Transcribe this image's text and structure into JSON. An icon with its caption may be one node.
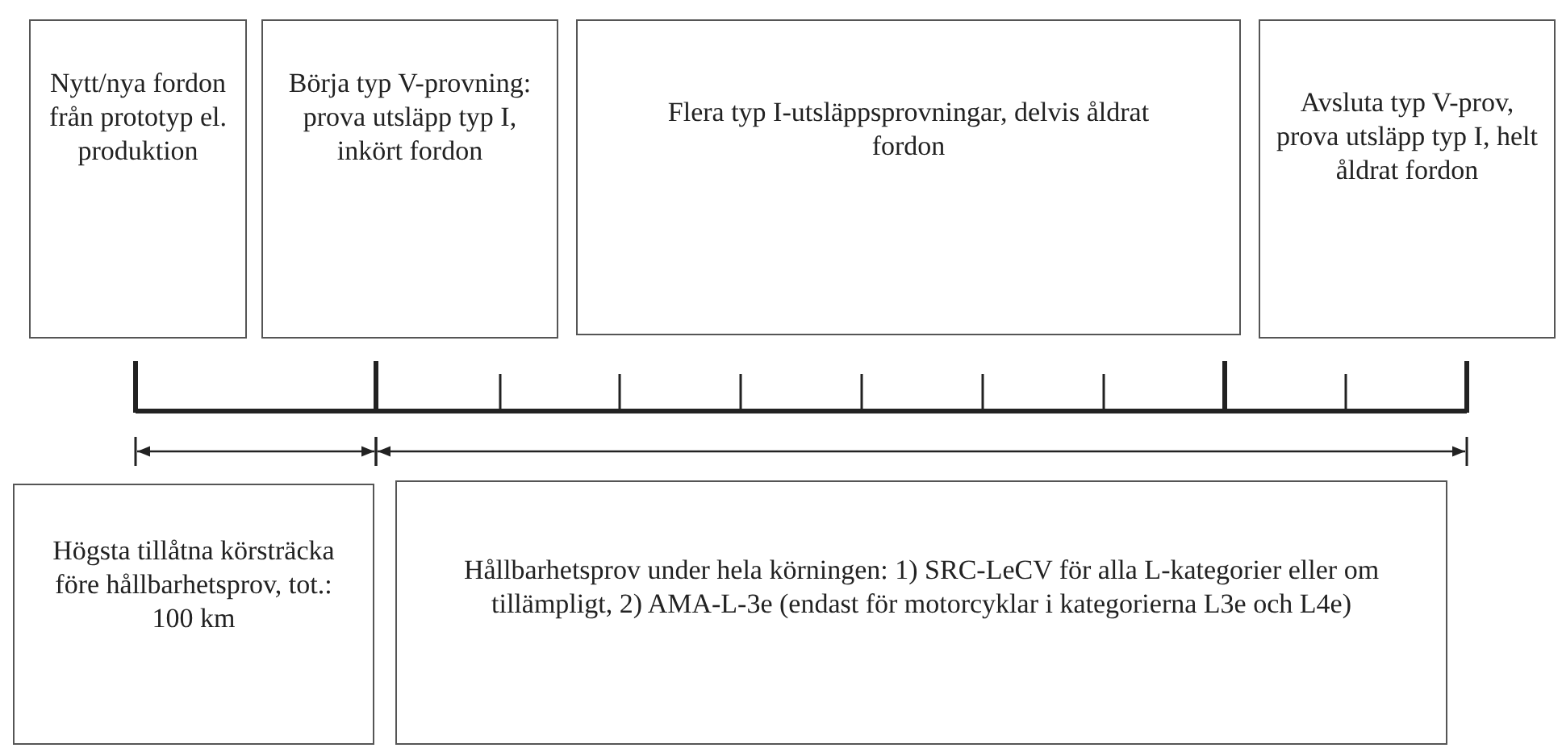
{
  "diagram": {
    "nodes": [
      {
        "text": [
          "Nytt/nya fordon från prototyp el. produktion"
        ]
      },
      {
        "text": [
          "Börja typ V-provning: prova utsläpp typ I, inkört fordon"
        ]
      },
      {
        "text": [
          "Flera typ I-utsläppsprovningar, delvis åldrat fordon"
        ]
      },
      {
        "text": [
          "Avsluta typ V-prov, prova utsläpp typ I, helt åldrat fordon"
        ]
      },
      {
        "text": [
          "Högsta tillåtna körsträcka före hållbarhetsprov, tot.: 100 km"
        ]
      },
      {
        "text": [
          "Hållbarhetsprov under hela körningen: 1) SRC-LeCV för alla L-kategorier eller om tillämpligt, 2) AMA-L-3e (endast för motorcyklar i kategorierna L3e och L4e)"
        ]
      }
    ],
    "edges": []
  }
}
